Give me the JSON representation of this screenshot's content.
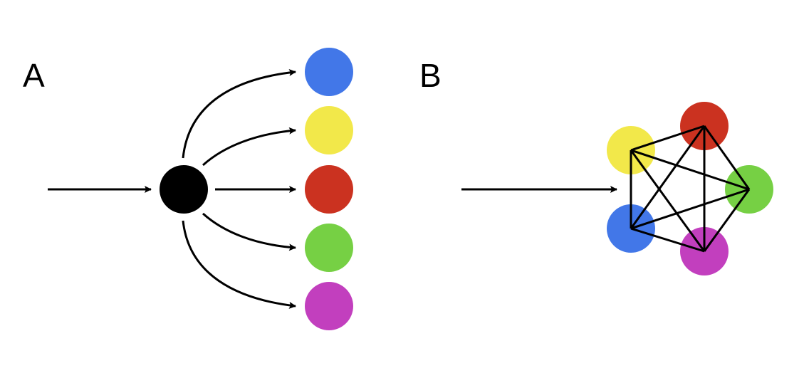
{
  "panels": {
    "a": {
      "label": "A"
    },
    "b": {
      "label": "B"
    }
  },
  "colors": {
    "hub": "#000000",
    "blue": "#4277e8",
    "yellow": "#f2e84a",
    "red": "#cb3220",
    "green": "#76d044",
    "magenta": "#c23fbe",
    "line": "#000000"
  },
  "panel_a_targets": [
    "blue",
    "yellow",
    "red",
    "green",
    "magenta"
  ],
  "panel_b_nodes": [
    "yellow",
    "red",
    "green",
    "magenta",
    "blue"
  ]
}
